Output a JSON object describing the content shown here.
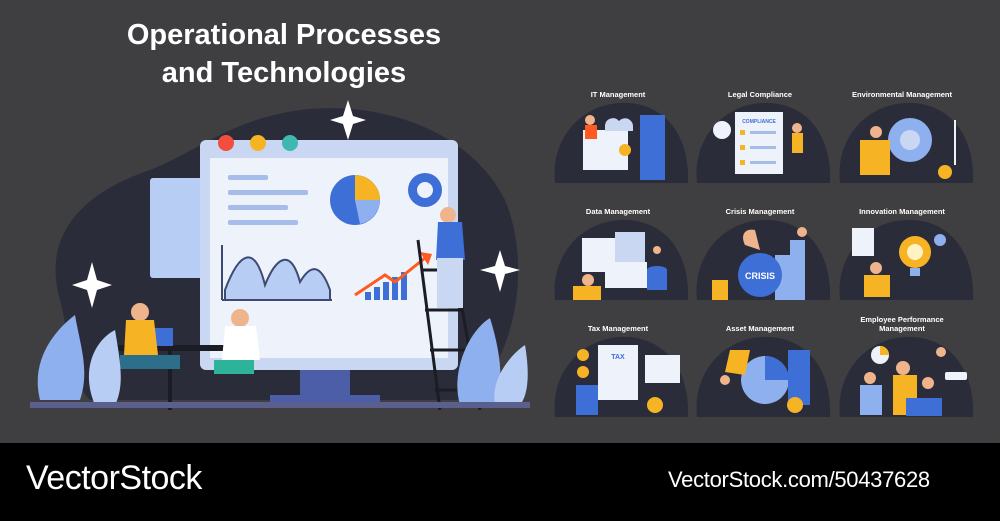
{
  "title": {
    "line1": "Operational Processes",
    "line2": "and Technologies"
  },
  "tiles": [
    {
      "label": "IT Management",
      "icon": "server-cloud-icon"
    },
    {
      "label": "Legal Compliance",
      "icon": "compliance-clipboard-icon",
      "text": "COMPLIANCE"
    },
    {
      "label": "Environmental Management",
      "icon": "recycle-globe-icon"
    },
    {
      "label": "Data Management",
      "icon": "database-icon"
    },
    {
      "label": "Crisis Management",
      "icon": "bomb-icon",
      "text": "CRISIS"
    },
    {
      "label": "Innovation Management",
      "icon": "lightbulb-icon"
    },
    {
      "label": "Tax Management",
      "icon": "tax-document-icon",
      "text": "TAX"
    },
    {
      "label": "Asset Management",
      "icon": "pie-percent-icon"
    },
    {
      "label": "Employee Performance Management",
      "line1": "Employee Performance",
      "line2": "Management",
      "icon": "rating-stars-icon"
    }
  ],
  "footer": {
    "brand": "VectorStock",
    "image_id": "VectorStock.com/50437628"
  },
  "colors": {
    "background": "#3f3f41",
    "blob": "#2b2c3a",
    "accent_blue": "#3d6fd6",
    "accent_yellow": "#f6b323",
    "accent_orange": "#ff7a1a",
    "light_blue": "#b8cdf3",
    "screen": "#eef2fb"
  }
}
